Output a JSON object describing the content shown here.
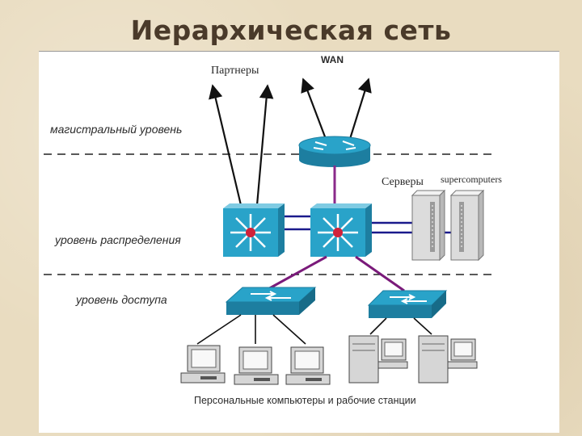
{
  "title": "Иерархическая сеть",
  "labels": {
    "partners": "Партнеры",
    "wan": "WAN",
    "core_level": "магистральный уровень",
    "distribution_level": "уровень распределения",
    "access_level": "уровень доступа",
    "servers": "Серверы",
    "supercomputers": "supercomputers",
    "workstations": "Персональные компьютеры и рабочие станции"
  },
  "colors": {
    "device_blue": "#29a3c9",
    "device_dark": "#1d7ea0",
    "link_blue": "#1a1a8c",
    "link_purple": "#7a1a7a",
    "core_link": "#8a2a8a"
  }
}
